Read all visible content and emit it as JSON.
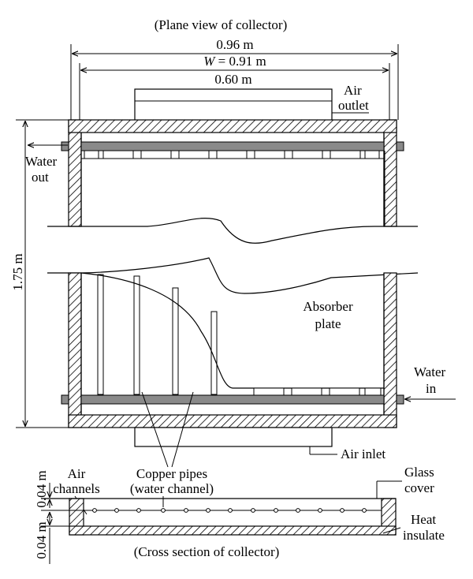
{
  "plan_title": "(Plane view of collector)",
  "section_title": "(Cross section of collector)",
  "dims": {
    "overall_width": "0.96 m",
    "width_var": "W",
    "width_value": " = 0.91 m",
    "outlet_width": "0.60 m",
    "length": "1.75 m",
    "top_gap": "0.04 m",
    "bottom_gap": "0.04 m"
  },
  "labels": {
    "air_outlet_1": "Air",
    "air_outlet_2": "outlet",
    "water_out_1": "Water",
    "water_out_2": "out",
    "absorber_1": "Absorber",
    "absorber_2": "plate",
    "water_in_1": "Water",
    "water_in_2": "in",
    "air_inlet": "Air inlet",
    "air_channels_1": "Air",
    "air_channels_2": "channels",
    "copper_pipes_1": "Copper pipes",
    "copper_pipes_2": "(water channel)",
    "glass_cover_1": "Glass",
    "glass_cover_2": "cover",
    "heat_insulate_1": "Heat",
    "heat_insulate_2": "insulate"
  }
}
